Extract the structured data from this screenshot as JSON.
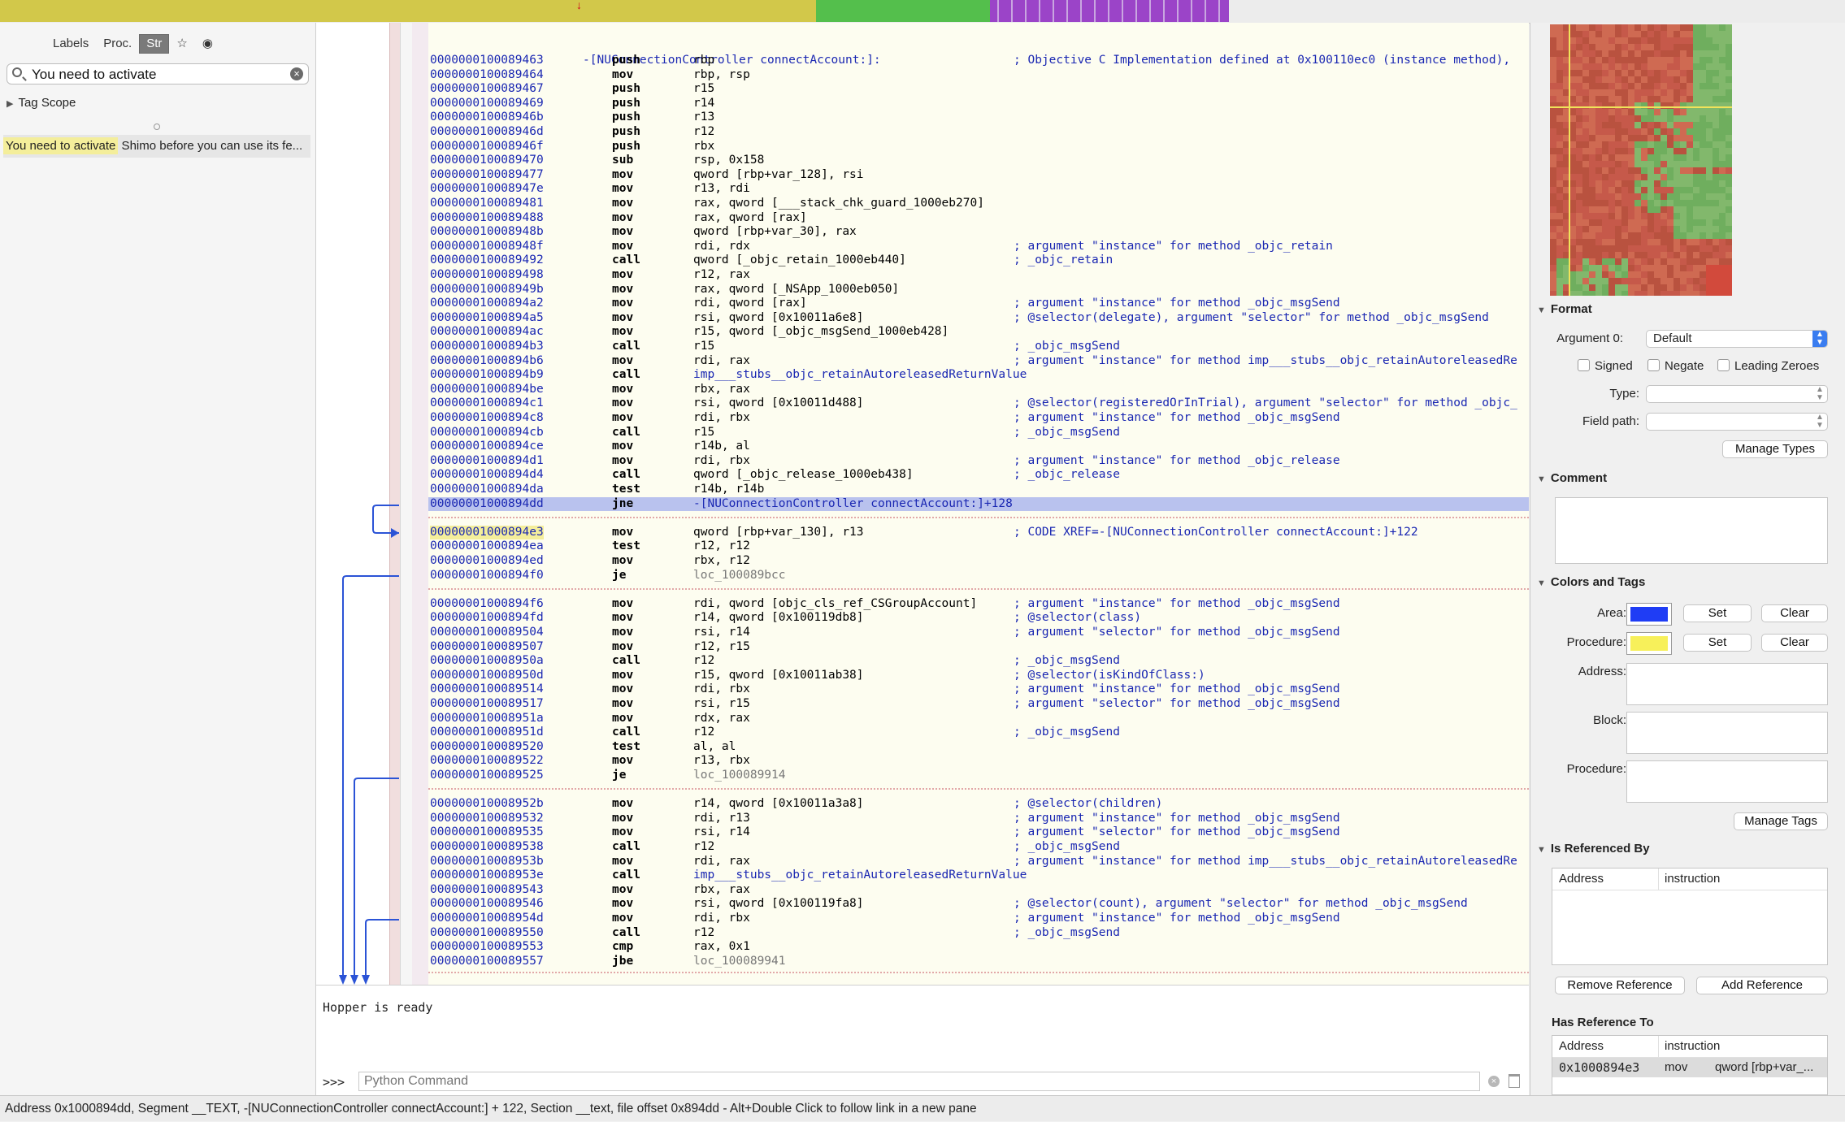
{
  "segment_bar": {
    "colors": {
      "code": "#d2c84a",
      "data": "#54bf4c",
      "strings": "#9b44c8",
      "empty": "#ececec",
      "marker": "#d0021b"
    }
  },
  "sidebar": {
    "tabs": [
      {
        "label": "Labels",
        "active": false
      },
      {
        "label": "Proc.",
        "active": false
      },
      {
        "label": "Str",
        "active": true
      },
      {
        "label": "☆",
        "active": false
      },
      {
        "label": "◉",
        "active": false
      }
    ],
    "search_value": "You need to activate",
    "tag_scope_label": "Tag Scope",
    "result_highlight": "You need to activate",
    "result_rest": " Shimo before you can use its fe..."
  },
  "disasm": {
    "procedure_header": "-[NUConnectionController connectAccount:]:",
    "blocks": [
      {
        "lines": [
          {
            "addr": "0000000100089463",
            "mnem": "push",
            "ops": "rbp",
            "comment": "; Objective C Implementation defined at 0x100110ec0 (instance method),"
          },
          {
            "addr": "0000000100089464",
            "mnem": "mov",
            "ops": "rbp, rsp",
            "comment": ""
          },
          {
            "addr": "0000000100089467",
            "mnem": "push",
            "ops": "r15",
            "comment": ""
          },
          {
            "addr": "0000000100089469",
            "mnem": "push",
            "ops": "r14",
            "comment": ""
          },
          {
            "addr": "000000010008946b",
            "mnem": "push",
            "ops": "r13",
            "comment": ""
          },
          {
            "addr": "000000010008946d",
            "mnem": "push",
            "ops": "r12",
            "comment": ""
          },
          {
            "addr": "000000010008946f",
            "mnem": "push",
            "ops": "rbx",
            "comment": ""
          },
          {
            "addr": "0000000100089470",
            "mnem": "sub",
            "ops": "rsp, 0x158",
            "comment": ""
          },
          {
            "addr": "0000000100089477",
            "mnem": "mov",
            "ops": "qword [rbp+var_128], rsi",
            "comment": ""
          },
          {
            "addr": "000000010008947e",
            "mnem": "mov",
            "ops": "r13, rdi",
            "comment": ""
          },
          {
            "addr": "0000000100089481",
            "mnem": "mov",
            "ops": "rax, qword [___stack_chk_guard_1000eb270]",
            "comment": ""
          },
          {
            "addr": "0000000100089488",
            "mnem": "mov",
            "ops": "rax, qword [rax]",
            "comment": ""
          },
          {
            "addr": "000000010008948b",
            "mnem": "mov",
            "ops": "qword [rbp+var_30], rax",
            "comment": ""
          },
          {
            "addr": "000000010008948f",
            "mnem": "mov",
            "ops": "rdi, rdx",
            "comment": "; argument \"instance\" for method _objc_retain"
          },
          {
            "addr": "0000000100089492",
            "mnem": "call",
            "ops": "qword [_objc_retain_1000eb440]",
            "comment": "; _objc_retain"
          },
          {
            "addr": "0000000100089498",
            "mnem": "mov",
            "ops": "r12, rax",
            "comment": ""
          },
          {
            "addr": "000000010008949b",
            "mnem": "mov",
            "ops": "rax, qword [_NSApp_1000eb050]",
            "comment": ""
          },
          {
            "addr": "00000001000894a2",
            "mnem": "mov",
            "ops": "rdi, qword [rax]",
            "comment": "; argument \"instance\" for method _objc_msgSend"
          },
          {
            "addr": "00000001000894a5",
            "mnem": "mov",
            "ops": "rsi, qword [0x10011a6e8]",
            "comment": "; @selector(delegate), argument \"selector\" for method _objc_msgSend"
          },
          {
            "addr": "00000001000894ac",
            "mnem": "mov",
            "ops": "r15, qword [_objc_msgSend_1000eb428]",
            "comment": ""
          },
          {
            "addr": "00000001000894b3",
            "mnem": "call",
            "ops": "r15",
            "comment": "; _objc_msgSend"
          },
          {
            "addr": "00000001000894b6",
            "mnem": "mov",
            "ops": "rdi, rax",
            "comment": "; argument \"instance\" for method imp___stubs__objc_retainAutoreleasedRe"
          },
          {
            "addr": "00000001000894b9",
            "mnem": "call",
            "ops": "imp___stubs__objc_retainAutoreleasedReturnValue",
            "comment": ""
          },
          {
            "addr": "00000001000894be",
            "mnem": "mov",
            "ops": "rbx, rax",
            "comment": ""
          },
          {
            "addr": "00000001000894c1",
            "mnem": "mov",
            "ops": "rsi, qword [0x10011d488]",
            "comment": "; @selector(registeredOrInTrial), argument \"selector\" for method _objc_"
          },
          {
            "addr": "00000001000894c8",
            "mnem": "mov",
            "ops": "rdi, rbx",
            "comment": "; argument \"instance\" for method _objc_msgSend"
          },
          {
            "addr": "00000001000894cb",
            "mnem": "call",
            "ops": "r15",
            "comment": "; _objc_msgSend"
          },
          {
            "addr": "00000001000894ce",
            "mnem": "mov",
            "ops": "r14b, al",
            "comment": ""
          },
          {
            "addr": "00000001000894d1",
            "mnem": "mov",
            "ops": "rdi, rbx",
            "comment": "; argument \"instance\" for method _objc_release"
          },
          {
            "addr": "00000001000894d4",
            "mnem": "call",
            "ops": "qword [_objc_release_1000eb438]",
            "comment": "; _objc_release"
          },
          {
            "addr": "00000001000894da",
            "mnem": "test",
            "ops": "r14b, r14b",
            "comment": ""
          },
          {
            "addr": "00000001000894dd",
            "mnem": "jne",
            "ops": "-[NUConnectionController connectAccount:]+128",
            "comment": "",
            "selected": true
          }
        ]
      },
      {
        "lines": [
          {
            "addr": "00000001000894e3",
            "mnem": "mov",
            "ops": "qword [rbp+var_130], r13",
            "comment": "; CODE XREF=-[NUConnectionController connectAccount:]+122",
            "highlight": true
          },
          {
            "addr": "00000001000894ea",
            "mnem": "test",
            "ops": "r12, r12",
            "comment": ""
          },
          {
            "addr": "00000001000894ed",
            "mnem": "mov",
            "ops": "rbx, r12",
            "comment": ""
          },
          {
            "addr": "00000001000894f0",
            "mnem": "je",
            "ops": "loc_100089bcc",
            "comment": ""
          }
        ]
      },
      {
        "lines": [
          {
            "addr": "00000001000894f6",
            "mnem": "mov",
            "ops": "rdi, qword [objc_cls_ref_CSGroupAccount]",
            "comment": "; argument \"instance\" for method _objc_msgSend"
          },
          {
            "addr": "00000001000894fd",
            "mnem": "mov",
            "ops": "r14, qword [0x100119db8]",
            "comment": "; @selector(class)"
          },
          {
            "addr": "0000000100089504",
            "mnem": "mov",
            "ops": "rsi, r14",
            "comment": "; argument \"selector\" for method _objc_msgSend"
          },
          {
            "addr": "0000000100089507",
            "mnem": "mov",
            "ops": "r12, r15",
            "comment": ""
          },
          {
            "addr": "000000010008950a",
            "mnem": "call",
            "ops": "r12",
            "comment": "; _objc_msgSend"
          },
          {
            "addr": "000000010008950d",
            "mnem": "mov",
            "ops": "r15, qword [0x10011ab38]",
            "comment": "; @selector(isKindOfClass:)"
          },
          {
            "addr": "0000000100089514",
            "mnem": "mov",
            "ops": "rdi, rbx",
            "comment": "; argument \"instance\" for method _objc_msgSend"
          },
          {
            "addr": "0000000100089517",
            "mnem": "mov",
            "ops": "rsi, r15",
            "comment": "; argument \"selector\" for method _objc_msgSend"
          },
          {
            "addr": "000000010008951a",
            "mnem": "mov",
            "ops": "rdx, rax",
            "comment": ""
          },
          {
            "addr": "000000010008951d",
            "mnem": "call",
            "ops": "r12",
            "comment": "; _objc_msgSend"
          },
          {
            "addr": "0000000100089520",
            "mnem": "test",
            "ops": "al, al",
            "comment": ""
          },
          {
            "addr": "0000000100089522",
            "mnem": "mov",
            "ops": "r13, rbx",
            "comment": ""
          },
          {
            "addr": "0000000100089525",
            "mnem": "je",
            "ops": "loc_100089914",
            "comment": ""
          }
        ]
      },
      {
        "lines": [
          {
            "addr": "000000010008952b",
            "mnem": "mov",
            "ops": "r14, qword [0x10011a3a8]",
            "comment": "; @selector(children)"
          },
          {
            "addr": "0000000100089532",
            "mnem": "mov",
            "ops": "rdi, r13",
            "comment": "; argument \"instance\" for method _objc_msgSend"
          },
          {
            "addr": "0000000100089535",
            "mnem": "mov",
            "ops": "rsi, r14",
            "comment": "; argument \"selector\" for method _objc_msgSend"
          },
          {
            "addr": "0000000100089538",
            "mnem": "call",
            "ops": "r12",
            "comment": "; _objc_msgSend"
          },
          {
            "addr": "000000010008953b",
            "mnem": "mov",
            "ops": "rdi, rax",
            "comment": "; argument \"instance\" for method imp___stubs__objc_retainAutoreleasedRe"
          },
          {
            "addr": "000000010008953e",
            "mnem": "call",
            "ops": "imp___stubs__objc_retainAutoreleasedReturnValue",
            "comment": ""
          },
          {
            "addr": "0000000100089543",
            "mnem": "mov",
            "ops": "rbx, rax",
            "comment": ""
          },
          {
            "addr": "0000000100089546",
            "mnem": "mov",
            "ops": "rsi, qword [0x100119fa8]",
            "comment": "; @selector(count), argument \"selector\" for method _objc_msgSend"
          },
          {
            "addr": "000000010008954d",
            "mnem": "mov",
            "ops": "rdi, rbx",
            "comment": "; argument \"instance\" for method _objc_msgSend"
          },
          {
            "addr": "0000000100089550",
            "mnem": "call",
            "ops": "r12",
            "comment": "; _objc_msgSend"
          },
          {
            "addr": "0000000100089553",
            "mnem": "cmp",
            "ops": "rax, 0x1",
            "comment": ""
          },
          {
            "addr": "0000000100089557",
            "mnem": "jbe",
            "ops": "loc_100089941",
            "comment": ""
          }
        ]
      }
    ]
  },
  "console": {
    "output": "Hopper is ready",
    "prompt": ">>>",
    "input_placeholder": "Python Command"
  },
  "inspector": {
    "format": {
      "title": "Format",
      "argument_label": "Argument 0:",
      "argument_value": "Default",
      "signed_label": "Signed",
      "negate_label": "Negate",
      "leading_zeroes_label": "Leading Zeroes",
      "type_label": "Type:",
      "field_path_label": "Field path:",
      "manage_types_label": "Manage Types"
    },
    "comment": {
      "title": "Comment"
    },
    "colors_tags": {
      "title": "Colors and Tags",
      "area_label": "Area:",
      "area_color": "#1f3df5",
      "procedure_label": "Procedure:",
      "procedure_color": "#f7f05a",
      "set_label": "Set",
      "clear_label": "Clear",
      "address_label": "Address:",
      "block_label": "Block:",
      "procedure_tag_label": "Procedure:",
      "manage_tags_label": "Manage Tags"
    },
    "referenced_by": {
      "title": "Is Referenced By",
      "col_address": "Address",
      "col_instruction": "instruction",
      "remove_label": "Remove Reference",
      "add_label": "Add Reference"
    },
    "reference_to": {
      "title": "Has Reference To",
      "col_address": "Address",
      "col_instruction": "instruction",
      "row": {
        "address": "0x1000894e3",
        "mnemonic": "mov",
        "operand": "qword [rbp+var_..."
      }
    }
  },
  "statusbar": {
    "text": "Address 0x1000894dd, Segment __TEXT, -[NUConnectionController connectAccount:] + 122, Section __text, file offset 0x894dd - Alt+Double Click to follow link in a new pane"
  }
}
